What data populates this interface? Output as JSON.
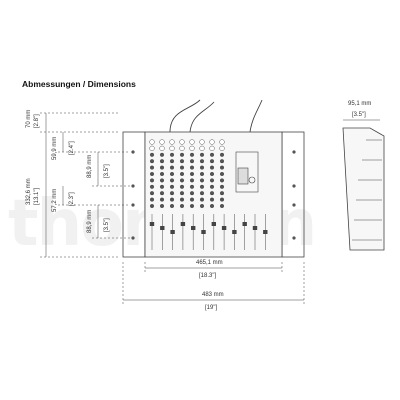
{
  "title": "Abmessungen / Dimensions",
  "watermark": "thomann",
  "dimensions": {
    "d70_mm": "70 mm",
    "d70_in": "[2.8\"]",
    "d59_mm": "59,9 mm",
    "d59_in": "[2.4\"]",
    "d88a_mm": "88,9 mm",
    "d88a_in": "[3.5\"]",
    "d57_mm": "57,2 mm",
    "d57_in": "[2.3\"]",
    "d88b_mm": "88,9 mm",
    "d88b_in": "[3.5\"]",
    "d332_mm": "332,6 mm",
    "d332_in": "[13.1\"]",
    "d465_mm": "465,1 mm",
    "d465_in": "[18.3\"]",
    "d483_mm": "483 mm",
    "d483_in": "[19\"]",
    "d95_mm": "95,1 mm",
    "d95_in": "[3.5\"]"
  },
  "colors": {
    "line": "#444444",
    "fill": "#f7f7f7",
    "knob": "#555555"
  }
}
